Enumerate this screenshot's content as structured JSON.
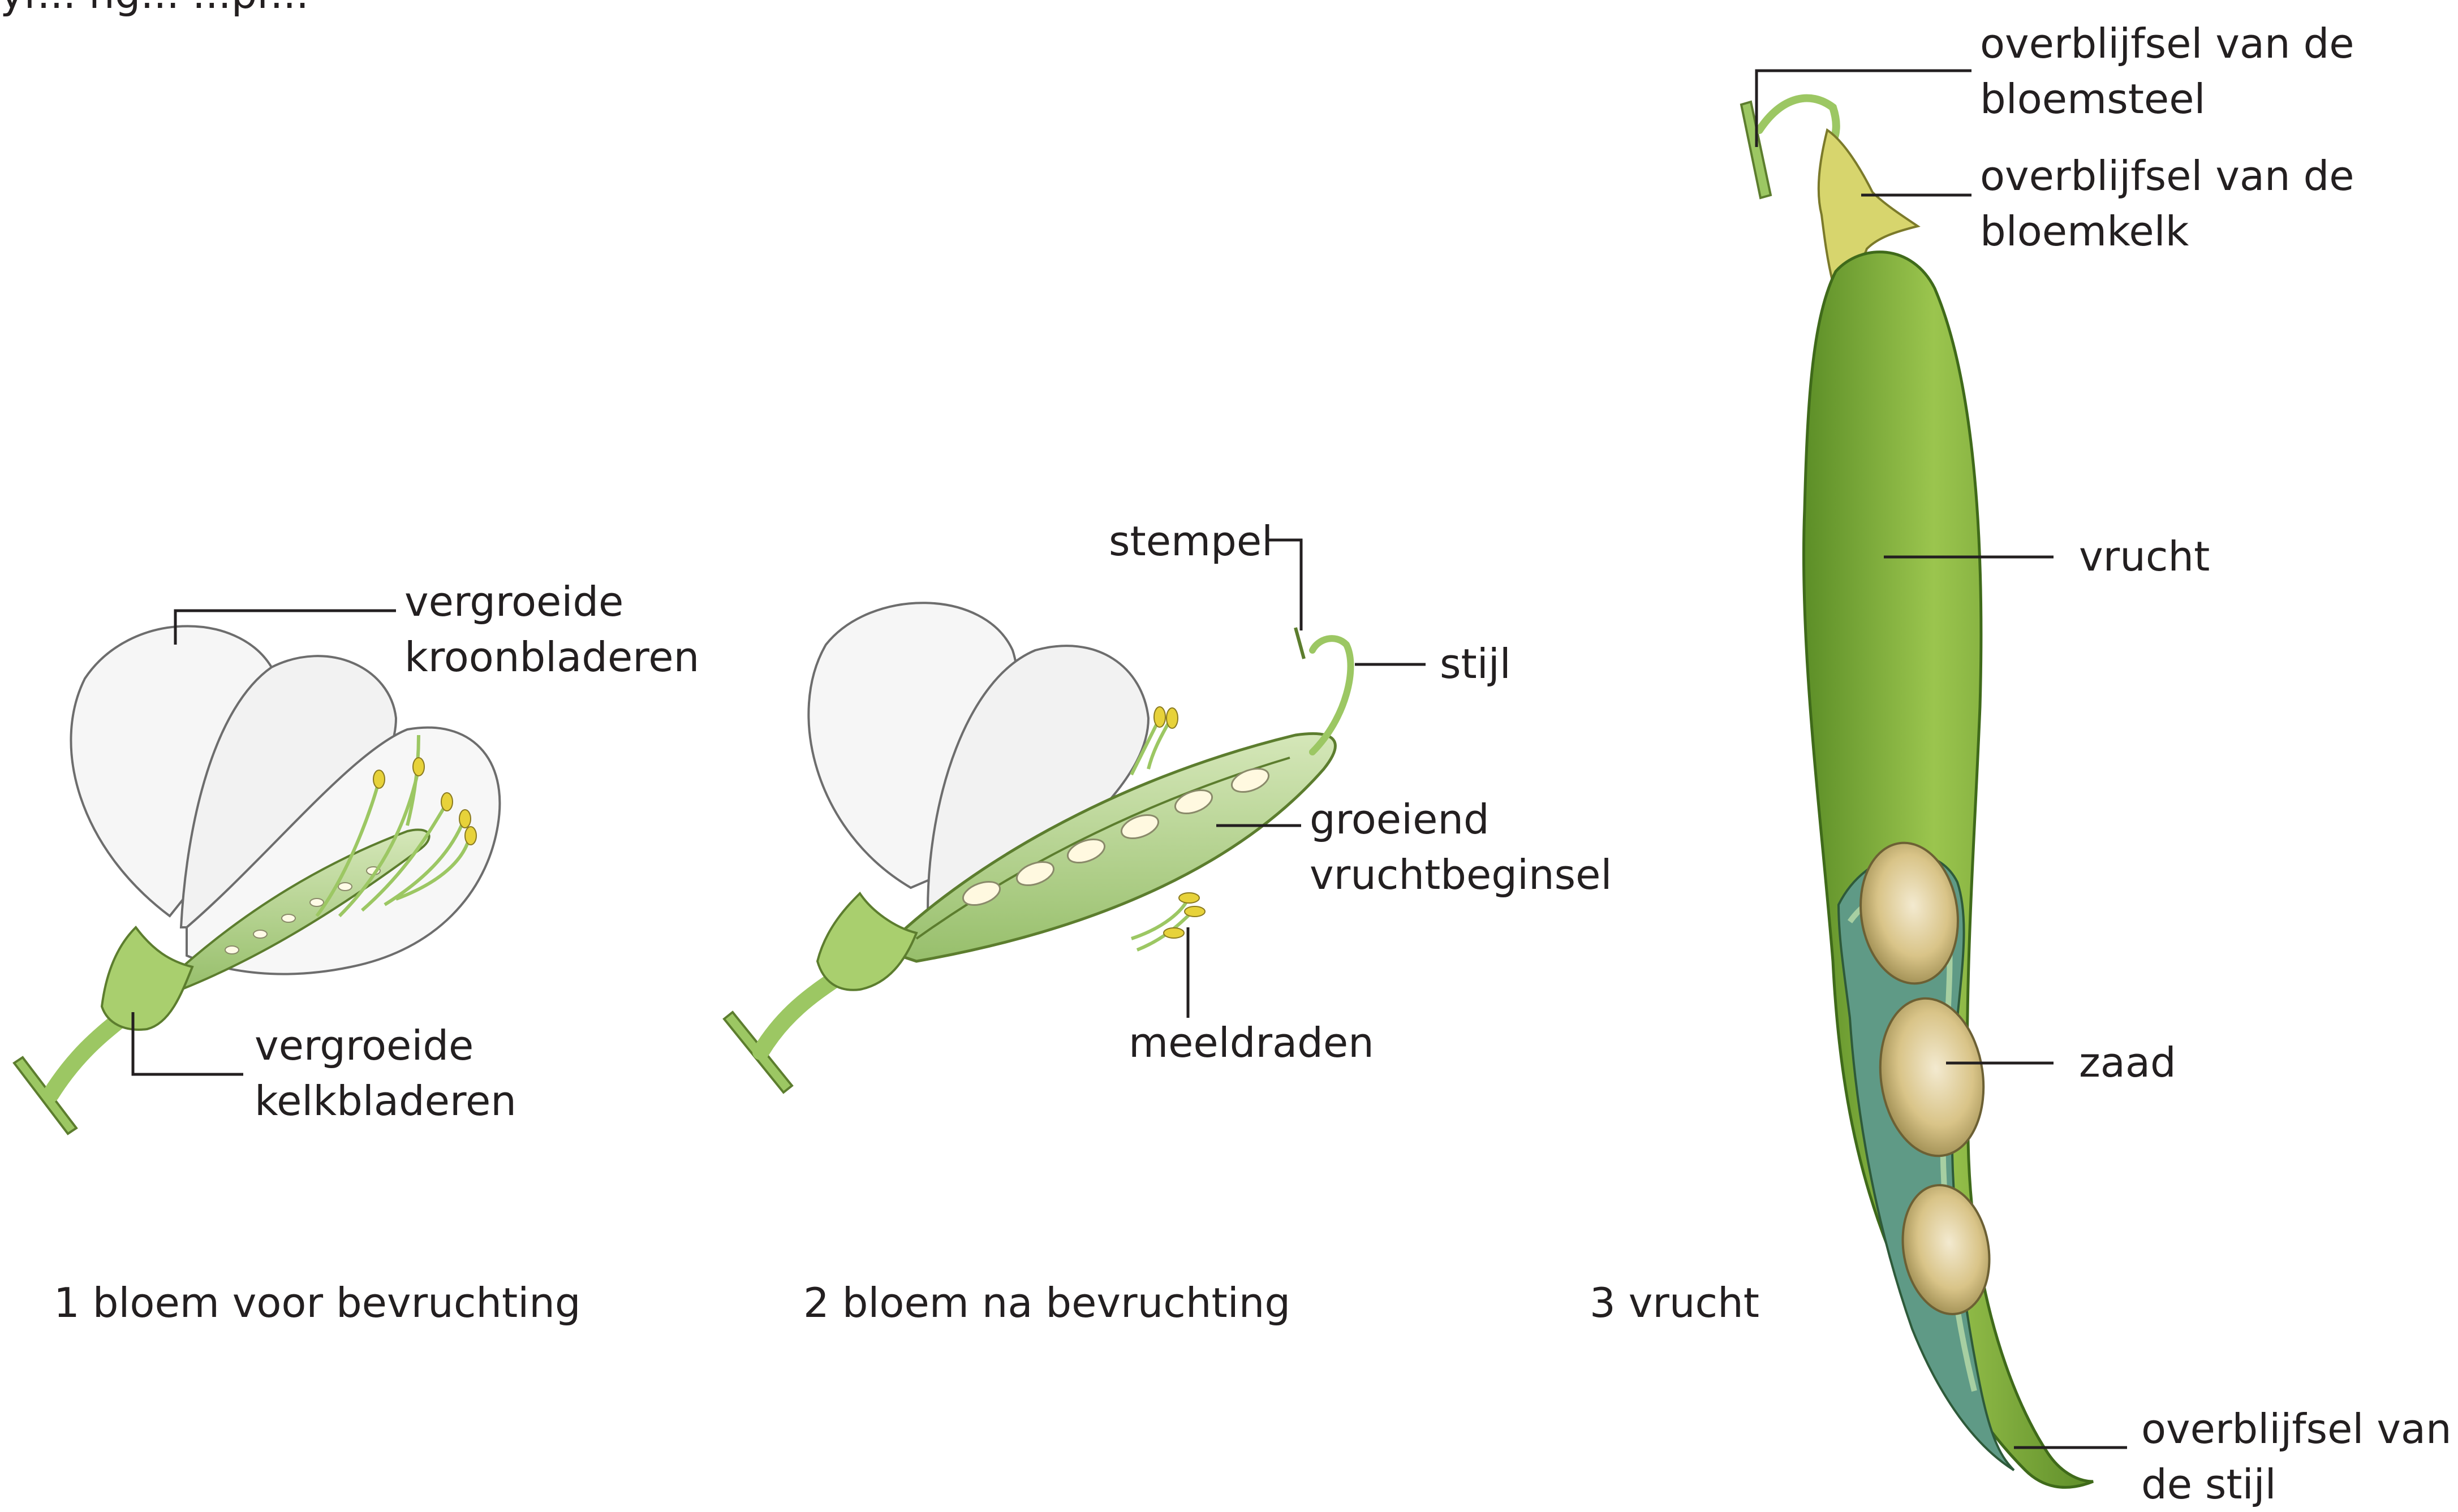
{
  "figure": {
    "clipped_top_text": "yr... ng... ...pr...",
    "captions": {
      "panel_1": "1 bloem voor bevruchting",
      "panel_2": "2 bloem na bevruchting",
      "panel_3": "3 vrucht"
    },
    "labels": {
      "kroon_line1": "vergroeide",
      "kroon_line2": "kroonbladeren",
      "kelk_line1": "vergroeide",
      "kelk_line2": "kelkbladeren",
      "stempel": "stempel",
      "stijl": "stijl",
      "vruchtbeginsel_line1": "groeiend",
      "vruchtbeginsel_line2": "vruchtbeginsel",
      "meeldraden": "meeldraden",
      "bloemsteel_line1": "overblijfsel van de",
      "bloemsteel_line2": "bloemsteel",
      "bloemkelk_line1": "overblijfsel van de",
      "bloemkelk_line2": "bloemkelk",
      "vrucht": "vrucht",
      "zaad": "zaad",
      "stijlrest_line1": "overblijfsel van",
      "stijlrest_line2": "de stijl"
    },
    "colors": {
      "petal": "#f7f7f7",
      "petal_outline": "#6d6d6d",
      "stem_green": "#a9cf6e",
      "pod_green": "#86b23d",
      "pod_dark": "#5b8a2a",
      "pod_inner": "#5f9a86",
      "seed": "#d8c48a",
      "anther": "#e7d23a",
      "leader_line": "#231f20"
    }
  }
}
